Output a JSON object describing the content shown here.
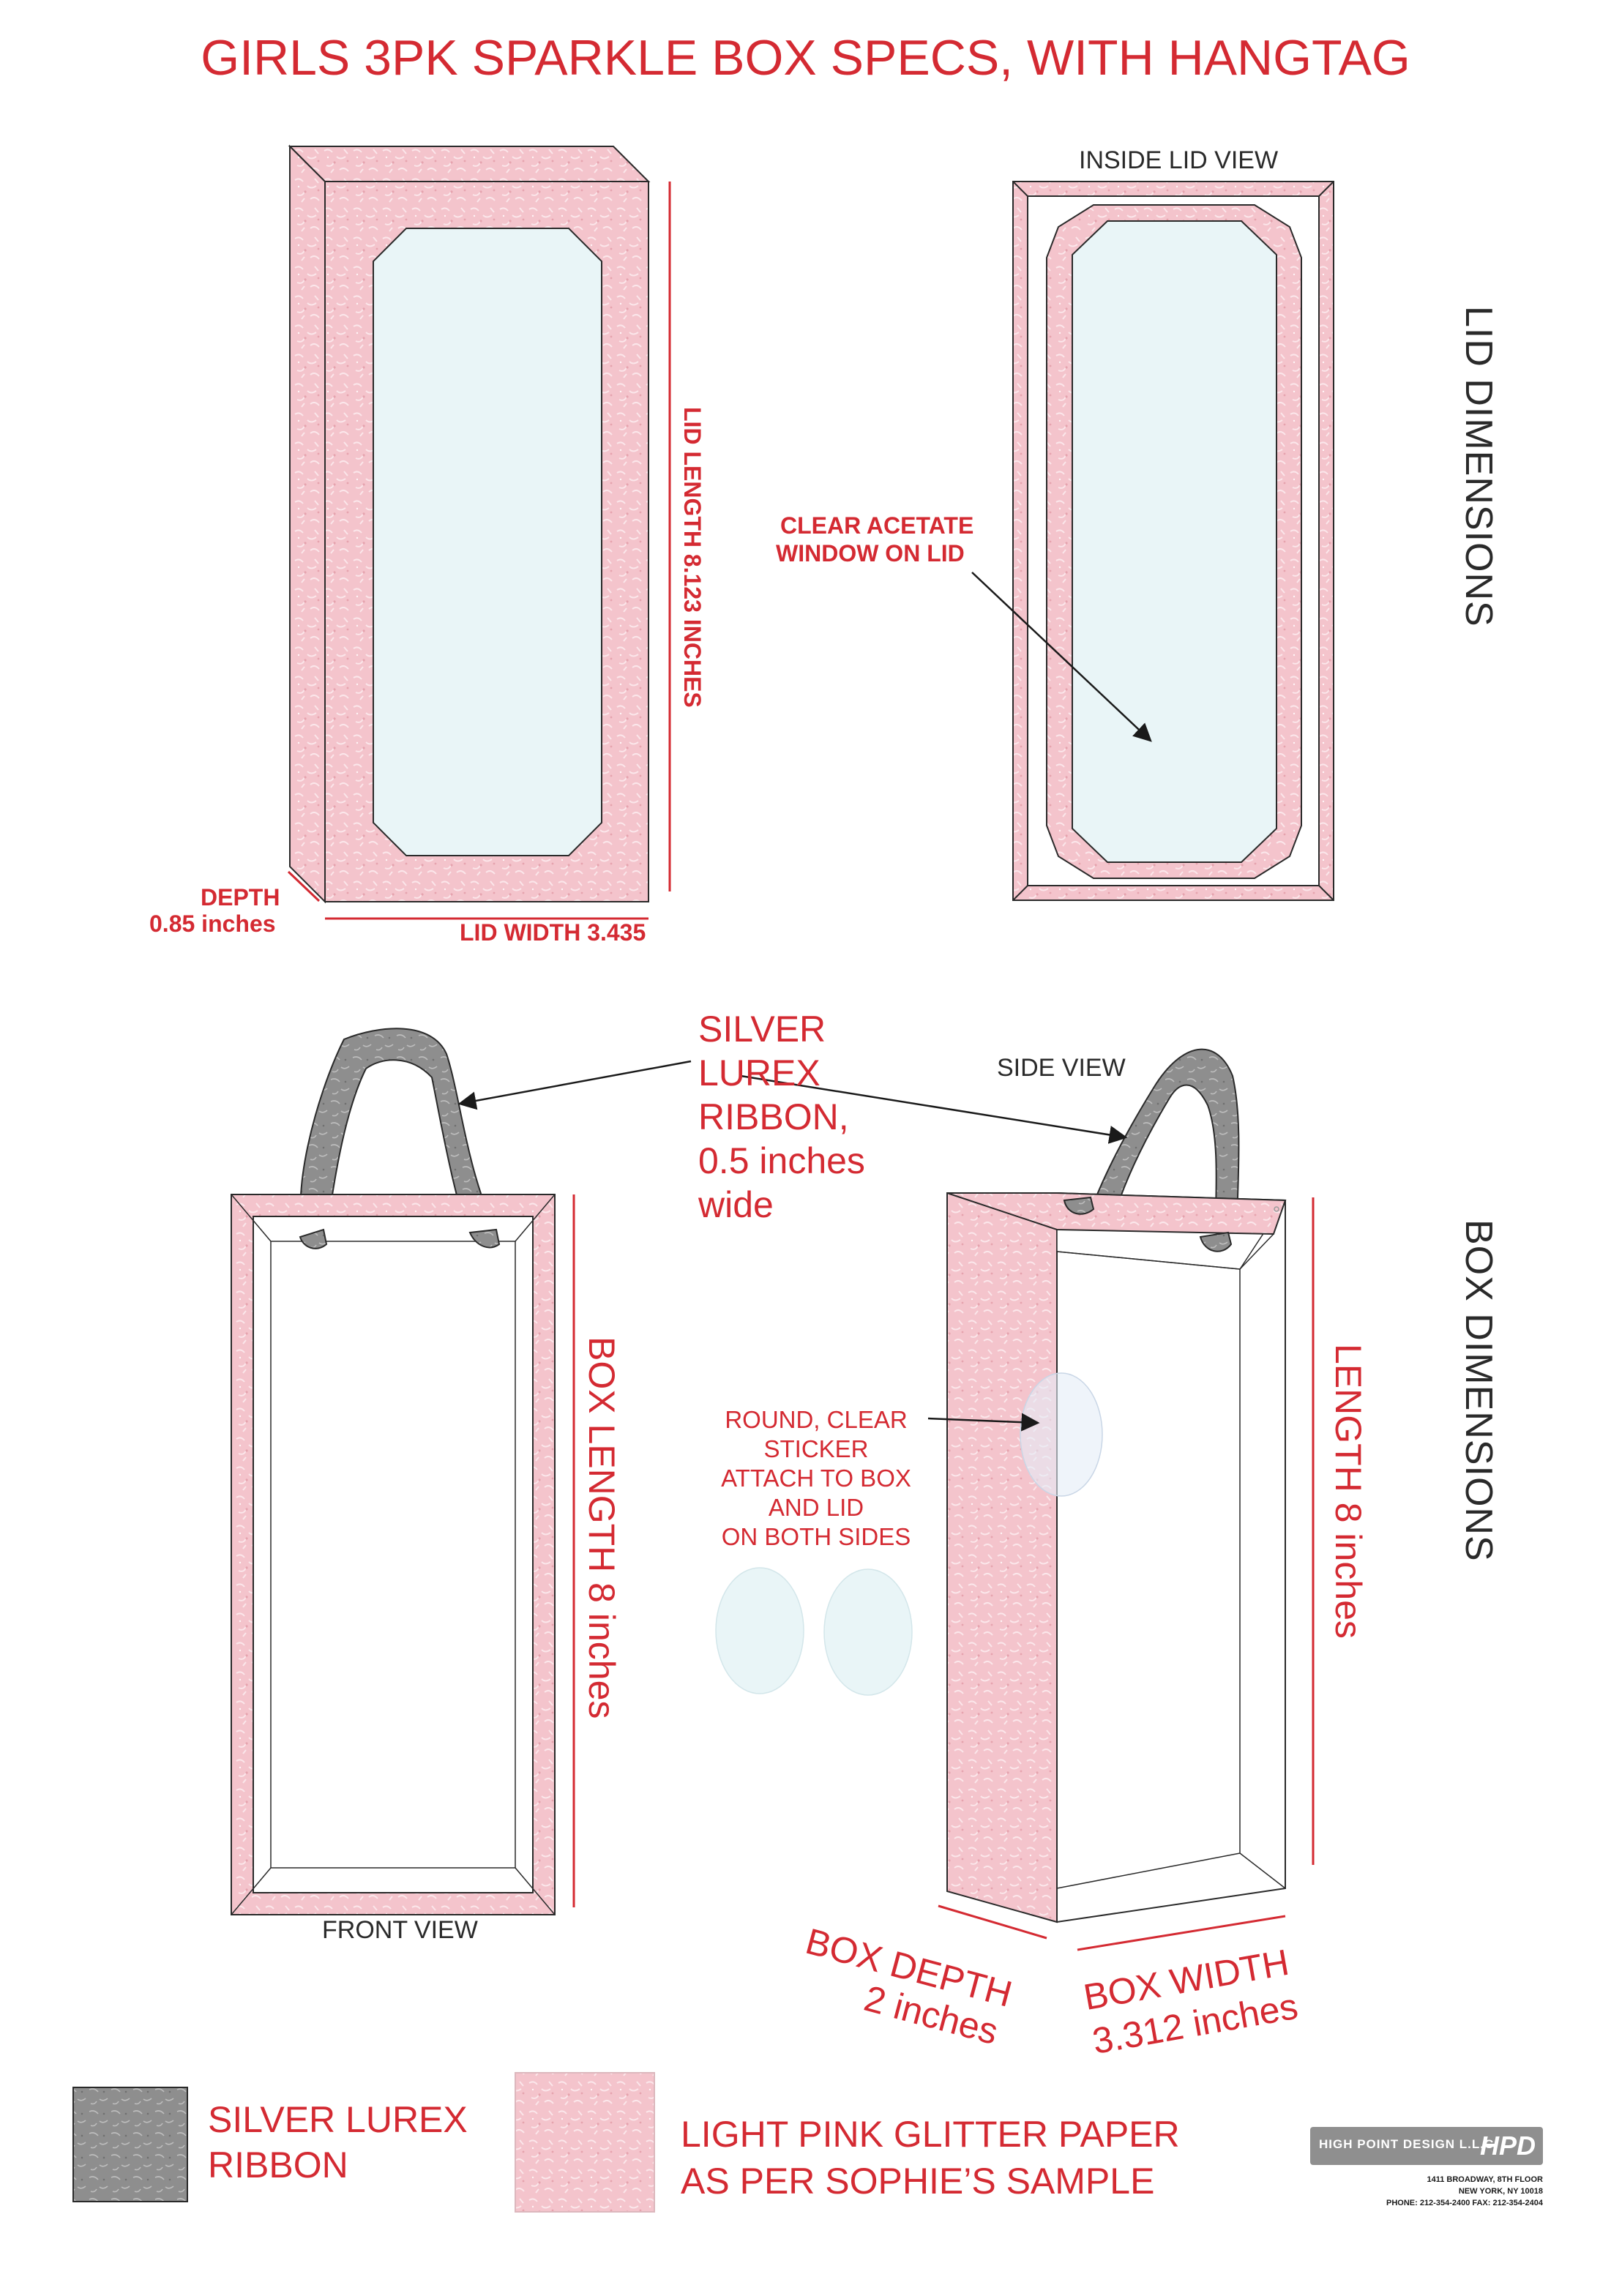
{
  "title": "GIRLS 3PK SPARKLE BOX SPECS, WITH HANGTAG",
  "lid": {
    "section_label": "LID DIMENSIONS",
    "inside_view_label": "INSIDE LID VIEW",
    "length_label": "LID LENGTH 8.123 INCHES",
    "width_label": "LID WIDTH 3.435",
    "depth_label": "DEPTH",
    "depth_value": "0.85 inches",
    "window_callout": [
      "CLEAR ACETATE",
      "WINDOW ON LID"
    ]
  },
  "box": {
    "section_label": "BOX DIMENSIONS",
    "ribbon_callout": [
      "SILVER",
      "LUREX",
      "RIBBON,",
      "0.5 inches",
      "wide"
    ],
    "side_view_label": "SIDE VIEW",
    "front_view_label": "FRONT VIEW",
    "length_front_label": "BOX LENGTH  8 inches",
    "length_side_label": "LENGTH  8 inches",
    "sticker_callout": [
      "ROUND, CLEAR",
      "STICKER",
      "ATTACH TO BOX",
      "AND LID",
      "ON BOTH SIDES"
    ],
    "depth_label": [
      "BOX DEPTH",
      "2 inches"
    ],
    "width_label": [
      "BOX WIDTH",
      "3.312 inches"
    ]
  },
  "legend": {
    "ribbon": [
      "SILVER LUREX",
      "RIBBON"
    ],
    "paper": [
      "LIGHT PINK GLITTER PAPER",
      "AS PER SOPHIE’S SAMPLE"
    ]
  },
  "company": {
    "name": "HIGH POINT DESIGN L.L.C.",
    "mark": "HPD",
    "address": [
      "1411 BROADWAY, 8TH FLOOR",
      "NEW YORK, NY 10018",
      "PHONE: 212-354-2400  FAX: 212-354-2404"
    ]
  },
  "colors": {
    "accent_red": "#d42a32",
    "pink_paper": "#f4c4cc",
    "acetate_window": "#e9f5f7",
    "silver_ribbon": "#8e8e8e",
    "line": "#2a2a2a"
  }
}
